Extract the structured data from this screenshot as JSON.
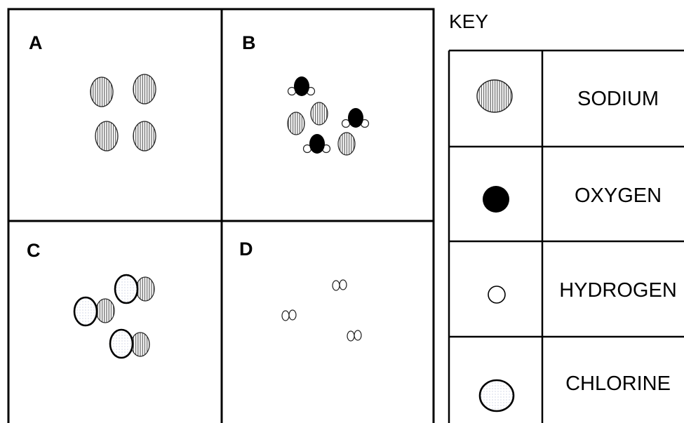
{
  "panels": [
    {
      "id": "A",
      "label": "A",
      "contents": [
        "sodium",
        "sodium",
        "sodium",
        "sodium"
      ]
    },
    {
      "id": "B",
      "label": "B",
      "contents": [
        "water",
        "water",
        "water",
        "sodium",
        "sodium",
        "sodium"
      ]
    },
    {
      "id": "C",
      "label": "C",
      "contents": [
        "sodium-chloride",
        "sodium-chloride",
        "sodium-chloride"
      ]
    },
    {
      "id": "D",
      "label": "D",
      "contents": [
        "hydrogen-molecule",
        "hydrogen-molecule",
        "hydrogen-molecule"
      ]
    }
  ],
  "key": {
    "title": "KEY",
    "items": [
      {
        "label": "SODIUM",
        "symbol": "sodium"
      },
      {
        "label": "OXYGEN",
        "symbol": "oxygen"
      },
      {
        "label": "HYDROGEN",
        "symbol": "hydrogen"
      },
      {
        "label": "CHLORINE",
        "symbol": "chlorine"
      }
    ]
  }
}
